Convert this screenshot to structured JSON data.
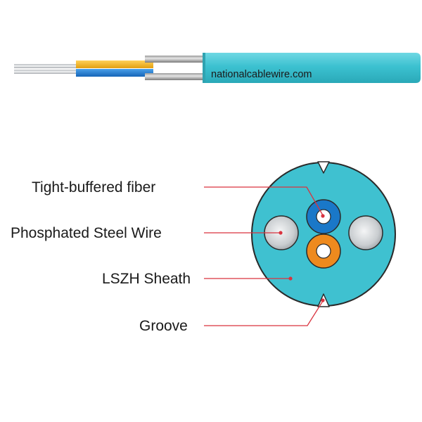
{
  "cable": {
    "url_text": "nationalcablewire.com"
  },
  "callouts": {
    "fiber": "Tight-buffered fiber",
    "steel": "Phosphated Steel Wire",
    "sheath": "LSZH Sheath",
    "groove": "Groove"
  },
  "colors": {
    "sheath": "#3fc1d0",
    "fiber_buffer_blue": "#1a78c8",
    "fiber_buffer_orange": "#ee8a1e",
    "yellow_fiber": "#f3b41c",
    "callout_line": "#d9333f",
    "steel": "#cfd3d6"
  }
}
